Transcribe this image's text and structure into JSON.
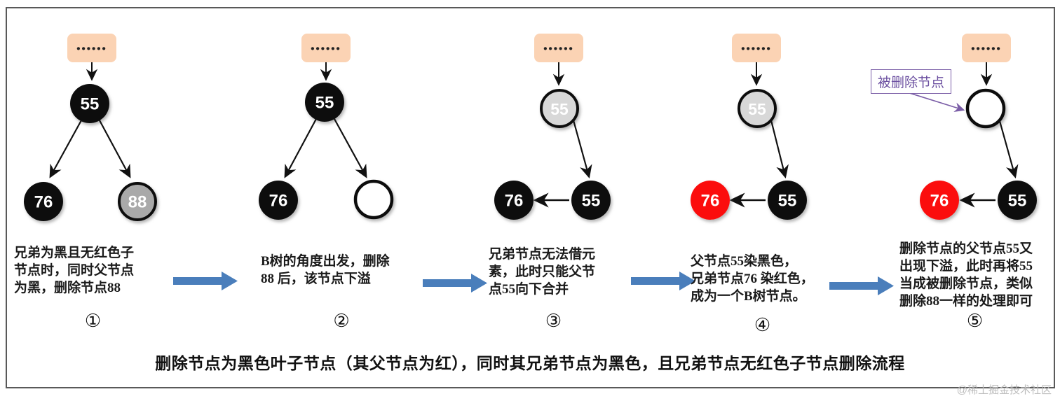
{
  "figure": {
    "caption": "删除节点为黑色叶子节点（其父节点为红），同时其兄弟节点为黑色，且兄弟节点无红色子节点删除流程",
    "watermark": "@稀土掘金技术社区",
    "ellipsis": "••••••",
    "colors": {
      "black_node": "#0d0d0d",
      "red_node": "#fb0f0f",
      "grey_node": "#a9a9a9",
      "white_node": "#ffffff",
      "peach_box": "#fbd3b4",
      "blue_arrow": "#4a7ebb",
      "purple_callout": "#7B5EA7",
      "frame_border": "#595959"
    }
  },
  "panels": [
    {
      "index": "①",
      "text": "兄弟为黑且无红色子\n节点时，同时父节点\n为黑，删除节点88",
      "nodes": [
        {
          "name": "root-55",
          "label": "55",
          "fill": "black",
          "text": "#ffffff"
        },
        {
          "name": "left-76",
          "label": "76",
          "fill": "black",
          "text": "#ffffff"
        },
        {
          "name": "right-88",
          "label": "88",
          "fill": "grey",
          "text": "#ffffff"
        }
      ]
    },
    {
      "index": "②",
      "text": "B树的角度出发，删除\n88 后，该节点下溢",
      "nodes": [
        {
          "name": "root-55",
          "label": "55",
          "fill": "black",
          "text": "#ffffff"
        },
        {
          "name": "left-76",
          "label": "76",
          "fill": "black",
          "text": "#ffffff"
        },
        {
          "name": "right-empty",
          "label": "",
          "fill": "white",
          "text": "#000000"
        }
      ]
    },
    {
      "index": "③",
      "text": "兄弟节点无法借元\n素，此时只能父节\n点55向下合并",
      "nodes": [
        {
          "name": "root-55-ghost",
          "label": "55",
          "fill": "grey",
          "text": "#ffffff"
        },
        {
          "name": "merged-55",
          "label": "55",
          "fill": "black",
          "text": "#ffffff"
        },
        {
          "name": "sibling-76",
          "label": "76",
          "fill": "black",
          "text": "#ffffff"
        }
      ]
    },
    {
      "index": "④",
      "text": "父节点55染黑色，\n兄弟节点76 染红色，\n成为一个B树节点。",
      "nodes": [
        {
          "name": "root-55-ghost",
          "label": "55",
          "fill": "grey",
          "text": "#ffffff"
        },
        {
          "name": "merged-55",
          "label": "55",
          "fill": "black",
          "text": "#ffffff"
        },
        {
          "name": "sibling-76",
          "label": "76",
          "fill": "red",
          "text": "#ffffff"
        }
      ]
    },
    {
      "index": "⑤",
      "text": "删除节点的父节点55又\n出现下溢，此时再将55\n当成被删除节点，类似\n删除88一样的处理即可",
      "callout": "被删除节点",
      "nodes": [
        {
          "name": "root-empty",
          "label": "",
          "fill": "white",
          "text": "#000000"
        },
        {
          "name": "child-55",
          "label": "55",
          "fill": "black",
          "text": "#ffffff"
        },
        {
          "name": "sibling-76",
          "label": "76",
          "fill": "red",
          "text": "#ffffff"
        }
      ]
    }
  ],
  "step_arrows": [
    {
      "name": "arrow-1-to-2"
    },
    {
      "name": "arrow-2-to-3"
    },
    {
      "name": "arrow-3-to-4"
    },
    {
      "name": "arrow-4-to-5"
    }
  ]
}
